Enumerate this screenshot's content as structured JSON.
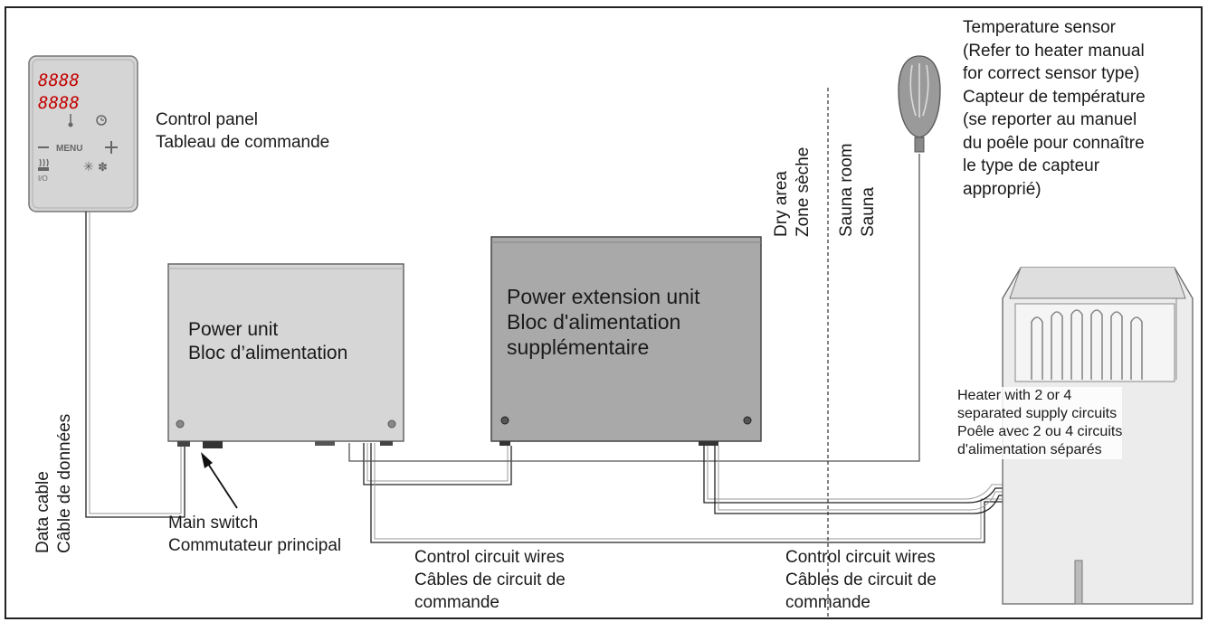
{
  "control_panel": {
    "display_row1": "8888",
    "display_row2": "8888",
    "menu": "MENU",
    "io": "I/O",
    "label_en": "Control panel",
    "label_fr": "Tableau de commande"
  },
  "data_cable": {
    "label_en": "Data cable",
    "label_fr": "Câble de données"
  },
  "power_unit": {
    "label_en": "Power unit",
    "label_fr": "Bloc d’alimentation"
  },
  "power_extension_unit": {
    "label_line1": "Power extension unit",
    "label_line2": "Bloc d'alimentation",
    "label_line3": "supplémentaire"
  },
  "main_switch": {
    "label_en": "Main switch",
    "label_fr": "Commutateur principal"
  },
  "control_wires_left": {
    "line1": "Control circuit wires",
    "line2": "Câbles de circuit de",
    "line3": "commande"
  },
  "control_wires_right": {
    "line1": "Control circuit wires",
    "line2": "Câbles de circuit de",
    "line3": "commande"
  },
  "dry_area": {
    "label_en": "Dry area",
    "label_fr": "Zone sèche"
  },
  "sauna_room": {
    "label_en": "Sauna room",
    "label_fr": "Sauna"
  },
  "temperature_sensor": {
    "lines": [
      "Temperature sensor",
      "(Refer to heater manual",
      "for correct sensor type)",
      "Capteur de température",
      "(se reporter au manuel",
      "du poêle pour connaître",
      "le type de capteur",
      "approprié)"
    ]
  },
  "heater": {
    "lines": [
      "Heater with 2 or 4",
      "separated supply circuits",
      "Poêle avec 2 ou 4 circuits",
      "d'alimentation séparés"
    ]
  }
}
